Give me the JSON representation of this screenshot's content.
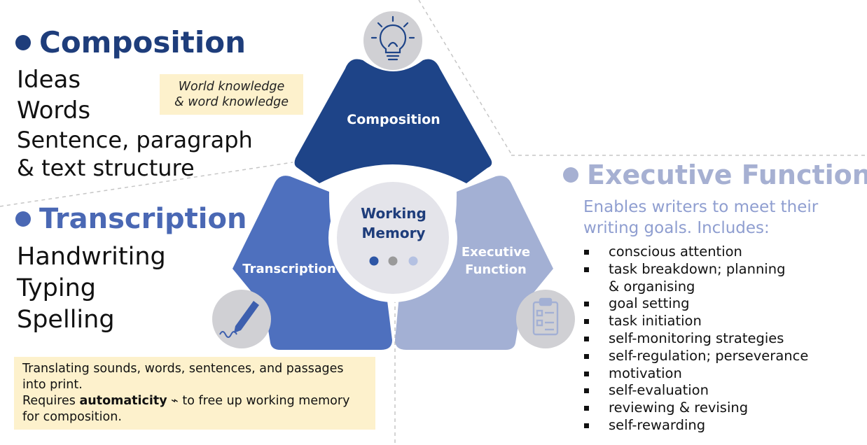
{
  "composition": {
    "heading": "Composition",
    "items": [
      "Ideas",
      "Words",
      "Sentence, paragraph",
      "& text structure"
    ],
    "note": [
      "World knowledge",
      "& word knowledge"
    ]
  },
  "transcription": {
    "heading": "Transcription",
    "items": [
      "Handwriting",
      "Typing",
      "Spelling"
    ],
    "note": {
      "line1": "Translating sounds, words, sentences, and passages",
      "line2": "into print.",
      "line3_pre": "Requires ",
      "line3_bold": "automaticity",
      "line3_icon": "⌁",
      "line3_post": " to free up working memory",
      "line4": "for composition."
    }
  },
  "executive_function": {
    "heading": "Executive Function",
    "description": [
      "Enables writers to meet their",
      "writing goals. Includes:"
    ],
    "items": [
      [
        "conscious attention"
      ],
      [
        "task breakdown; planning",
        "& organising"
      ],
      [
        "goal setting"
      ],
      [
        "task initiation"
      ],
      [
        "self-monitoring strategies"
      ],
      [
        "self-regulation; perseverance"
      ],
      [
        "motivation"
      ],
      [
        "self-evaluation"
      ],
      [
        "reviewing & revising"
      ],
      [
        "self-rewarding"
      ]
    ]
  },
  "diagram": {
    "top_label": "Composition",
    "left_label": "Transcription",
    "right_label": [
      "Executive",
      "Function"
    ],
    "center_label": [
      "Working",
      "Memory"
    ],
    "icons": [
      "lightbulb-icon",
      "pencil-icon",
      "clipboard-checklist-icon"
    ],
    "colors": {
      "composition": "#1e4488",
      "transcription": "#4e70be",
      "executive": "#a3b0d4",
      "center": "#e4e4ea",
      "icon_circle": "#d0d0d4",
      "dot_navy": "#2d56a6",
      "dot_gray": "#9a9a9a",
      "dot_light": "#b4c1e2"
    }
  }
}
